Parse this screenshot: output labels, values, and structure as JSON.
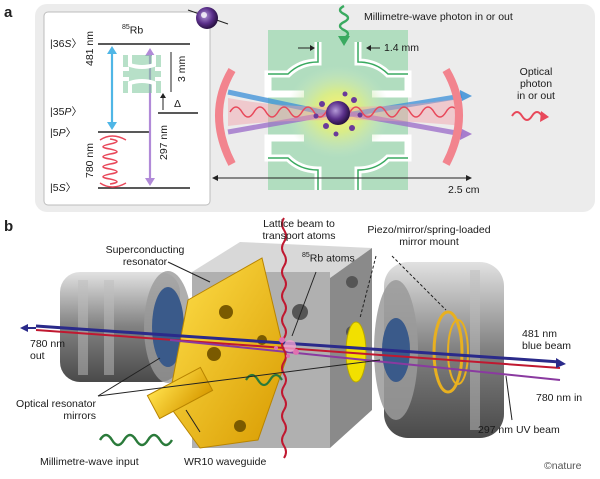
{
  "panel_a": {
    "letter": "a",
    "energy_levels": {
      "isotope_mass": "85",
      "isotope_element": "Rb",
      "states": [
        {
          "num": "36",
          "l": "S"
        },
        {
          "num": "35",
          "l": "P"
        },
        {
          "num": "5",
          "l": "P"
        },
        {
          "num": "5",
          "l": "S"
        }
      ],
      "transition_481": "481 nm",
      "transition_780": "780 nm",
      "transition_297": "297 nm",
      "detuning": "Δ",
      "cavity_size": "3 mm"
    },
    "mm_photon_label": "Millimetre-wave photon in or out",
    "gap_label": "1.4 mm",
    "optical_photon_label_lines": [
      "Optical",
      "photon",
      "in or out"
    ],
    "length_label": "2.5 cm"
  },
  "panel_b": {
    "letter": "b",
    "lattice_beam_lines": [
      "Lattice beam to",
      "transport atoms"
    ],
    "superconducting_lines": [
      "Superconducting",
      "resonator"
    ],
    "rb_atoms_mass": "85",
    "rb_atoms_text": "Rb atoms",
    "piezo_lines": [
      "Piezo/mirror/spring-loaded",
      "mirror mount"
    ],
    "out_780_lines": [
      "780 nm",
      "out"
    ],
    "blue_481_lines": [
      "481 nm",
      "blue beam"
    ],
    "in_780": "780 nm in",
    "mirrors_lines": [
      "Optical resonator",
      "mirrors"
    ],
    "uv_297": "297 nm UV beam",
    "mm_input": "Millimetre-wave input",
    "waveguide": "WR10 waveguide",
    "credit": "©nature"
  },
  "colors": {
    "accent_green": "#3aaa60",
    "optical_red": "#e8485a",
    "blue_beam": "#3a8fd8",
    "uv_purple": "#9a6ac8",
    "waveguide_gold": "#f2c200",
    "panel_bg": "#ececec"
  }
}
